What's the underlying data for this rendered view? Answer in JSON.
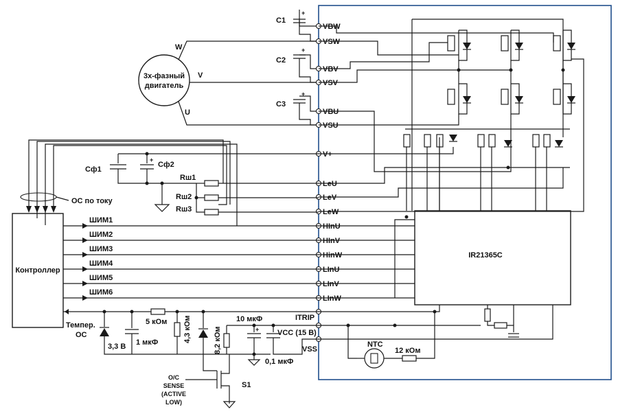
{
  "motor": {
    "line1": "3х-фазный",
    "line2": "двигатель",
    "phase_w": "W",
    "phase_v": "V",
    "phase_u": "U"
  },
  "caps": {
    "c1": "C1",
    "c2": "C2",
    "c3": "C3",
    "plus": "+"
  },
  "module_pins": {
    "vbw": "VBW",
    "vsw": "VSW",
    "vbv": "VBV",
    "vsv": "VSV",
    "vbu": "VBU",
    "vsu": "VSU",
    "vplus": "V+",
    "leu": "LeU",
    "lev": "LeV",
    "lew": "LeW",
    "hinu": "HInU",
    "hinv": "HInV",
    "hinw": "HinW",
    "linu": "LInU",
    "linv": "LInV",
    "linw": "LInW",
    "itrip": "ITRIP",
    "vcc": "VCC (15 В)",
    "vss": "VSS"
  },
  "filter": {
    "cf1": "Cф1",
    "cf2": "Cф2"
  },
  "shunts": {
    "rsh1": "Rш1",
    "rsh2": "Rш2",
    "rsh3": "Rш3"
  },
  "feedback_label": "ОС по току",
  "controller_label": "Контроллер",
  "pwm": [
    "ШИМ1",
    "ШИМ2",
    "ШИМ3",
    "ШИМ4",
    "ШИМ5",
    "ШИМ6"
  ],
  "ic_label": "IR21365C",
  "temp_fb": {
    "line1": "Темпер.",
    "line2": "ОС"
  },
  "components": {
    "zener": "3,3 В",
    "cap1": "1 мкФ",
    "res5k": "5 кОм",
    "res43k": "4,3 кОм",
    "res82k": "8,2 кОм",
    "cap10u": "10 мкФ",
    "cap01u": "0,1 мкФ",
    "ntc": "NTC",
    "res12k": "12 кОм",
    "s1": "S1"
  },
  "oc_sense": {
    "line1": "O/C",
    "line2": "SENSE",
    "line3": "(ACTIVE",
    "line4": "LOW)"
  }
}
